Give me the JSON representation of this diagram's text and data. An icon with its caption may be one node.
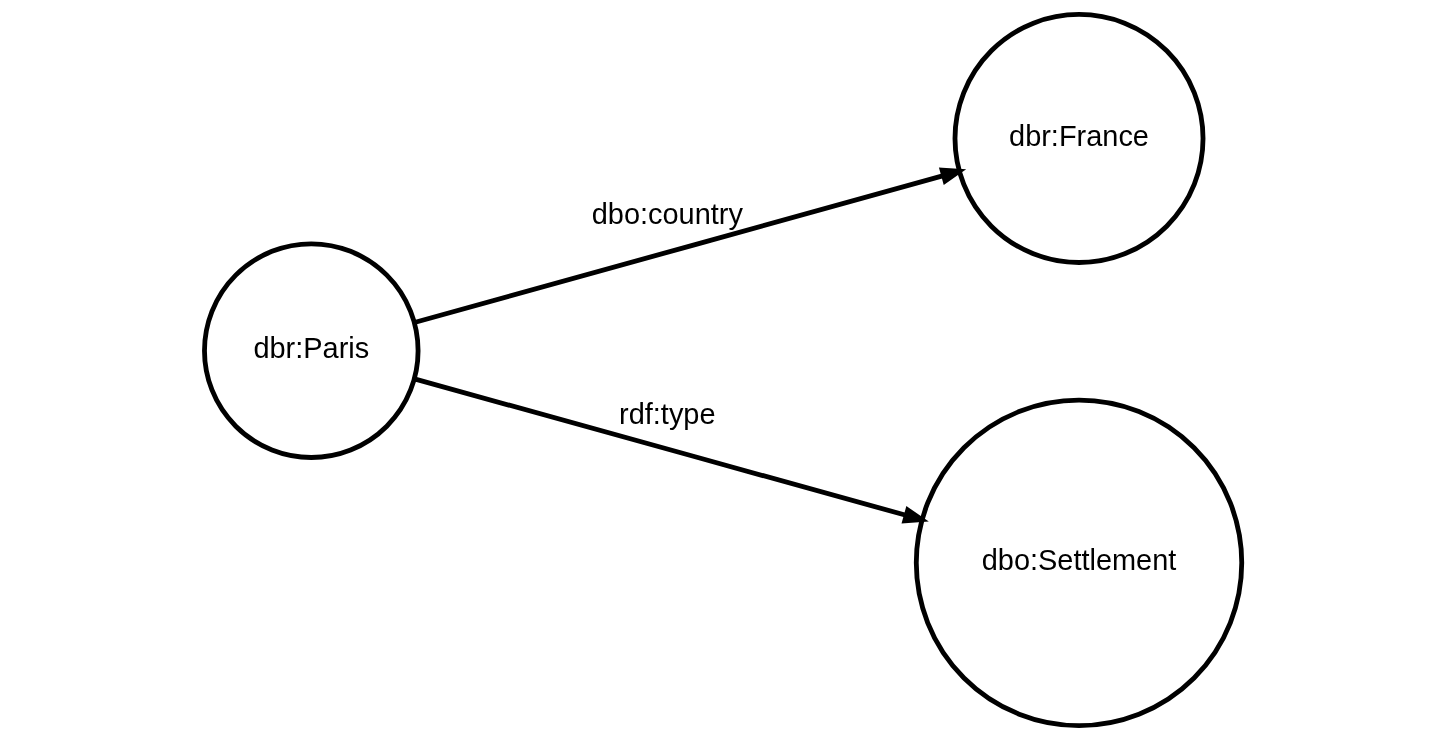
{
  "diagram": {
    "nodes": [
      {
        "text": [
          "dbr:Paris"
        ]
      },
      {
        "text": [
          "dbr:France"
        ]
      },
      {
        "text": [
          "dbo:Settlement"
        ]
      }
    ],
    "edges": [
      {
        "from": 0,
        "to": 1,
        "arrow": "to",
        "label": "dbo:country"
      },
      {
        "from": 0,
        "to": 2,
        "arrow": "to",
        "label": "rdf:type"
      }
    ]
  }
}
